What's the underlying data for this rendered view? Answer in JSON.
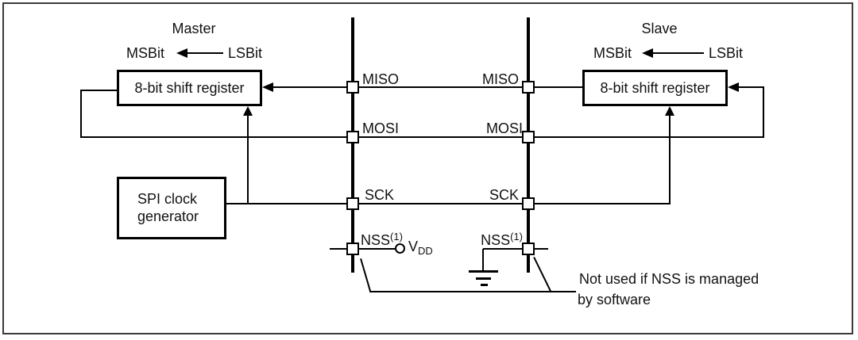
{
  "diagram": {
    "figure_type": "SPI master-slave interconnection schematic",
    "master": {
      "title": "Master",
      "msb": "MSBit",
      "lsb": "LSBit",
      "shift_register": "8-bit shift register",
      "clock_gen_line1": "SPI clock",
      "clock_gen_line2": "generator"
    },
    "slave": {
      "title": "Slave",
      "msb": "MSBit",
      "lsb": "LSBit",
      "shift_register": "8-bit shift register"
    },
    "pins": {
      "miso": "MISO",
      "mosi": "MOSI",
      "sck": "SCK",
      "nss": "NSS",
      "nss_note_ref": "(1)"
    },
    "power": {
      "vdd_base": "V",
      "vdd_sub": "DD"
    },
    "note": {
      "line1": "Not used if NSS is managed",
      "line2": "by software"
    },
    "colors": {
      "line": "#000000",
      "frame": "#3a3a3a",
      "background": "#ffffff",
      "text": "#111111"
    }
  }
}
